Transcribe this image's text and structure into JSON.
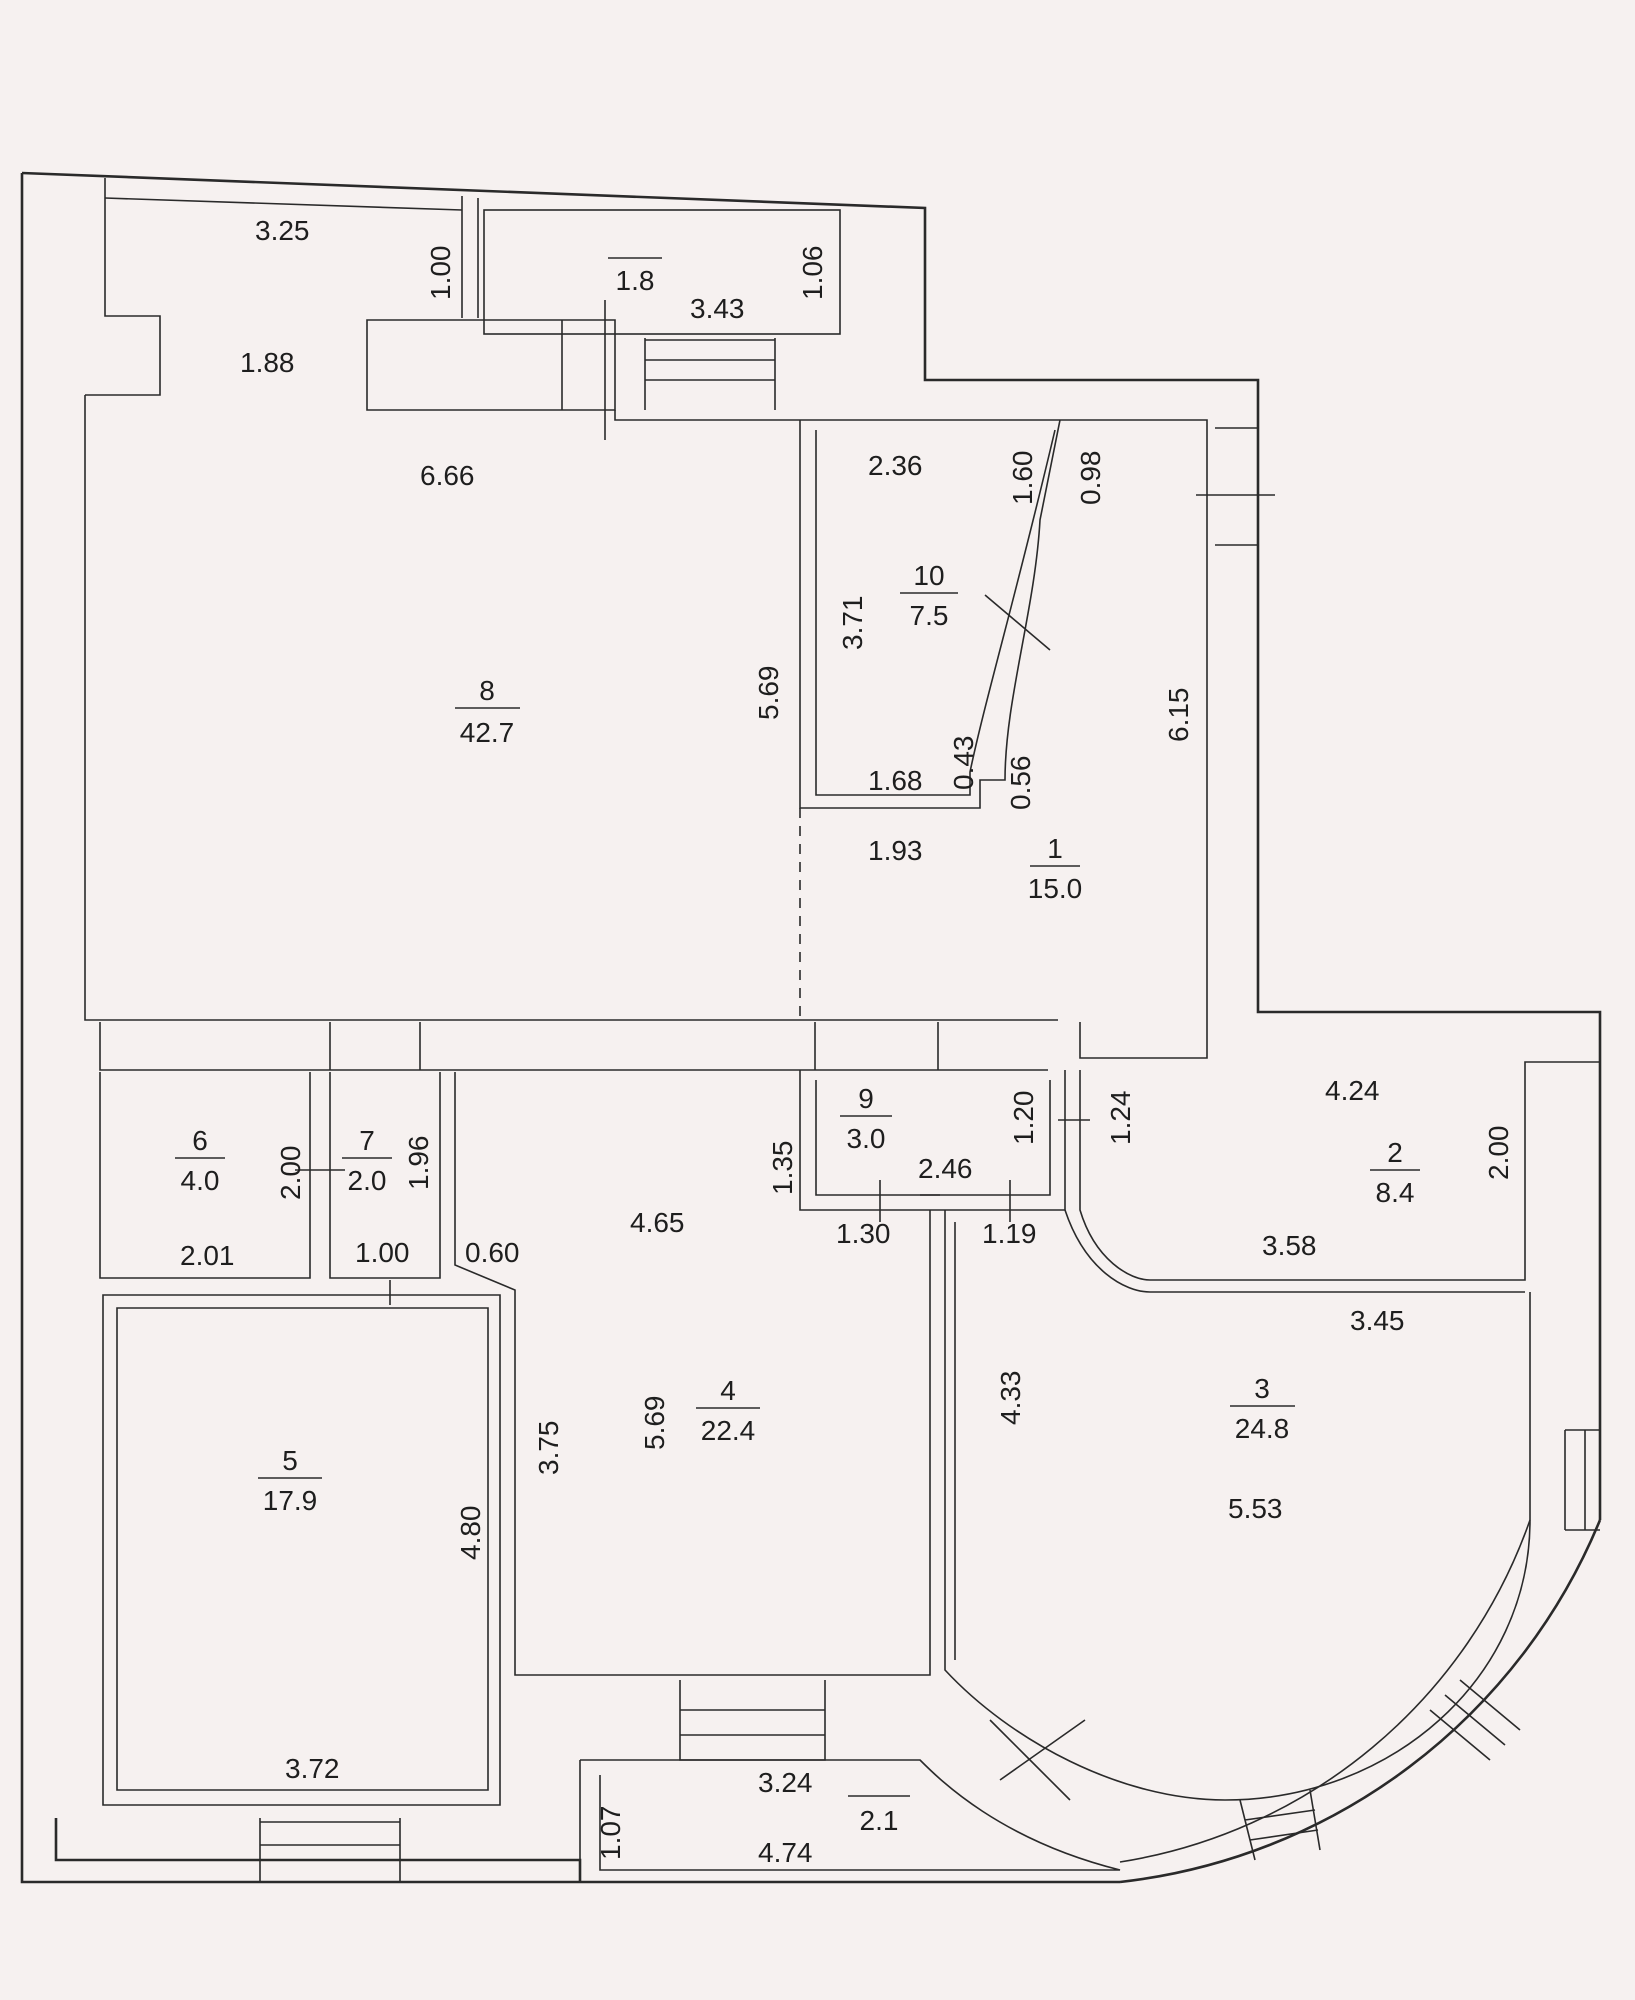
{
  "rooms": [
    {
      "number": "1",
      "area": "15.0"
    },
    {
      "number": "2",
      "area": "8.4"
    },
    {
      "number": "3",
      "area": "24.8"
    },
    {
      "number": "4",
      "area": "22.4"
    },
    {
      "number": "5",
      "area": "17.9"
    },
    {
      "number": "6",
      "area": "4.0"
    },
    {
      "number": "7",
      "area": "2.0"
    },
    {
      "number": "8",
      "area": "42.7"
    },
    {
      "number": "9",
      "area": "3.0"
    },
    {
      "number": "10",
      "area": "7.5"
    },
    {
      "number": "",
      "area": "1.8"
    },
    {
      "number": "",
      "area": "2.1"
    }
  ],
  "dimensions": [
    "3.25",
    "1.00",
    "3.43",
    "1.06",
    "1.88",
    "6.66",
    "2.36",
    "1.60",
    "0.98",
    "3.71",
    "5.69",
    "6.15",
    "1.68",
    "0.43",
    "0.56",
    "1.93",
    "1.35",
    "1.20",
    "1.24",
    "2.46",
    "1.30",
    "1.19",
    "4.24",
    "2.00",
    "3.58",
    "3.45",
    "2.00",
    "1.96",
    "2.01",
    "1.00",
    "0.60",
    "4.65",
    "5.69",
    "3.75",
    "4.80",
    "4.33",
    "5.53",
    "3.72",
    "3.24",
    "1.07",
    "4.74"
  ]
}
